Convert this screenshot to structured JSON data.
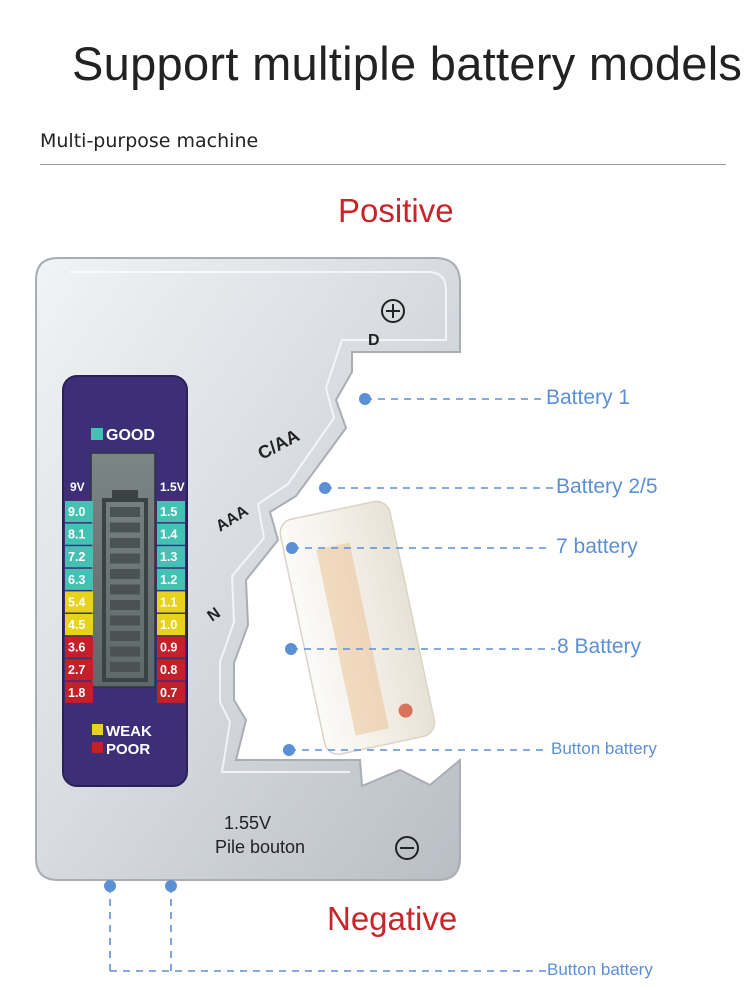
{
  "headline": "Support multiple battery models",
  "subtitle": "Multi-purpose machine",
  "positive": "Positive",
  "negative": "Negative",
  "device": {
    "plus_symbol": "⊕",
    "minus_symbol": "⊖",
    "slot_d": "D",
    "slot_caa": "C/AA",
    "slot_aaa": "AAA",
    "slot_n": "N",
    "button_voltage": "1.55V",
    "button_name": "Pile bouton",
    "good": "GOOD",
    "weak": "WEAK",
    "poor": "POOR",
    "left_header": "9V",
    "right_header": "1.5V",
    "left_scale": [
      "9.0",
      "8.1",
      "7.2",
      "6.3",
      "5.4",
      "4.5",
      "3.6",
      "2.7",
      "1.8"
    ],
    "right_scale": [
      "1.5",
      "1.4",
      "1.3",
      "1.2",
      "1.1",
      "1.0",
      "0.9",
      "0.8",
      "0.7"
    ],
    "scale_levels": [
      "good",
      "good",
      "good",
      "good",
      "weak",
      "weak",
      "poor",
      "poor",
      "poor"
    ],
    "colors": {
      "good": "#45c1b4",
      "weak": "#e8d21c",
      "poor": "#c3202a",
      "panel": "#3c2f78"
    }
  },
  "callouts": [
    {
      "text": "Battery 1"
    },
    {
      "text": "Battery 2/5"
    },
    {
      "text": "7 battery"
    },
    {
      "text": "8 Battery"
    },
    {
      "text": "Button battery"
    },
    {
      "text": "Button battery"
    }
  ]
}
